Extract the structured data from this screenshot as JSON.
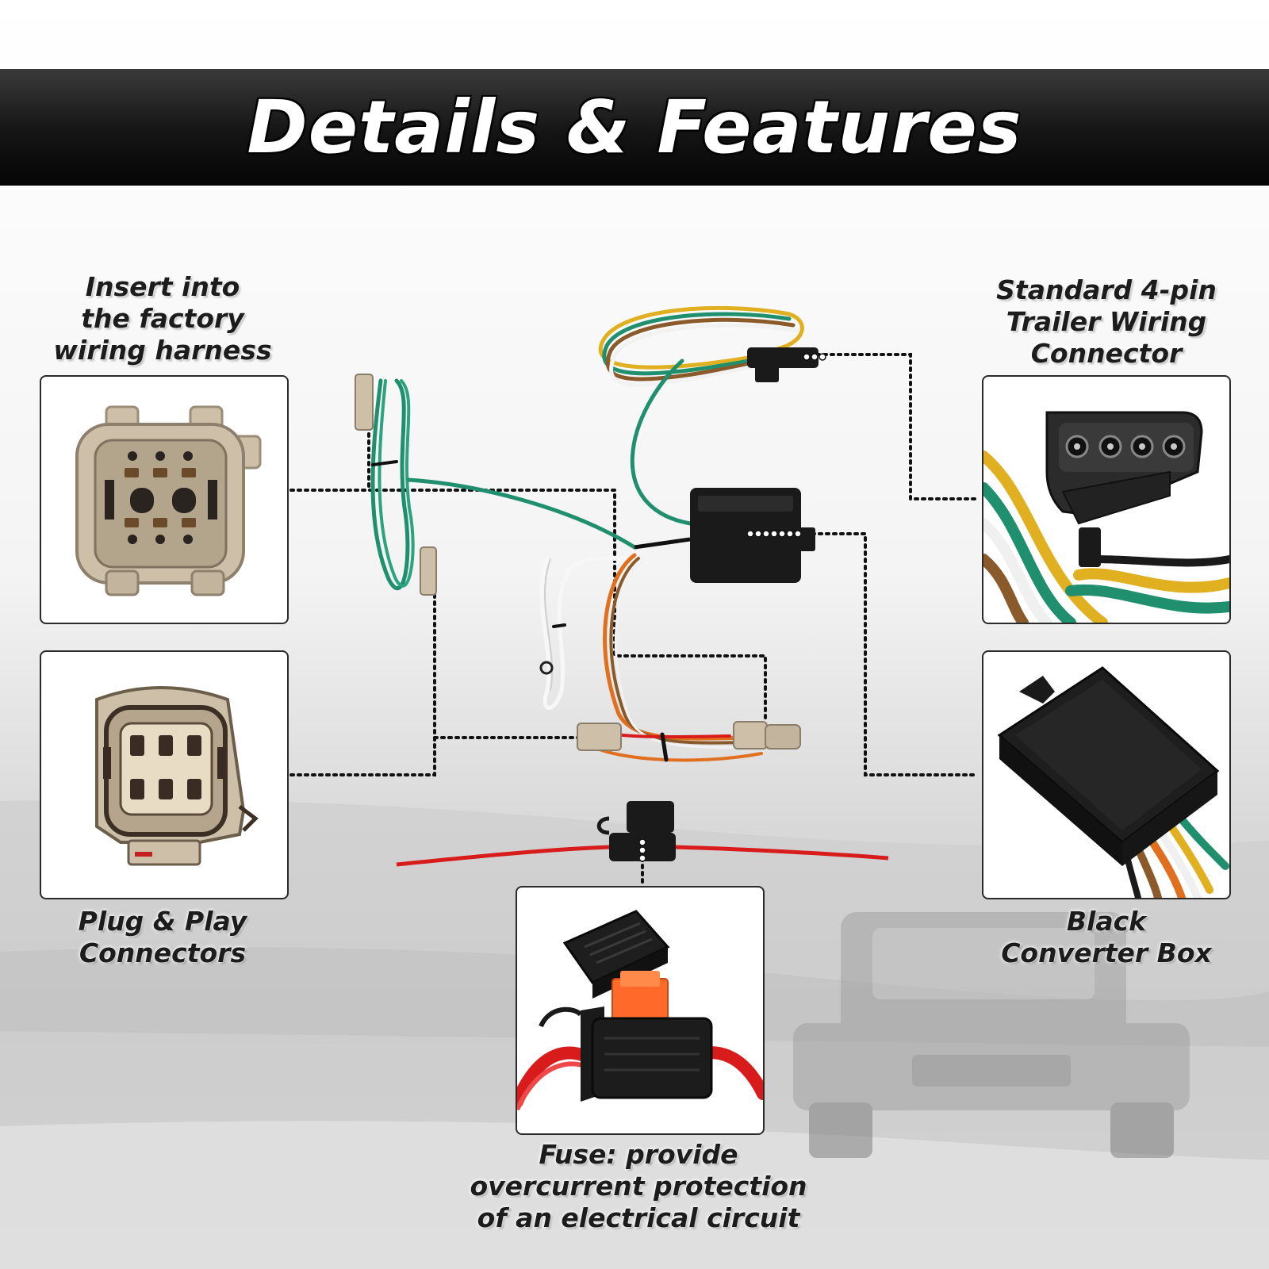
{
  "header": {
    "title": "Details & Features"
  },
  "callouts": {
    "insert_harness": {
      "lines": [
        "Insert into",
        "the factory",
        "wiring harness"
      ]
    },
    "standard_4pin": {
      "lines": [
        "Standard 4-pin",
        "Trailer Wiring",
        "Connector"
      ]
    },
    "plug_play": {
      "lines": [
        "Plug & Play",
        "Connectors"
      ]
    },
    "converter_box": {
      "lines": [
        "Black",
        "Converter Box"
      ]
    },
    "fuse": {
      "lines": [
        "Fuse: provide",
        "overcurrent protection",
        "of an electrical circuit"
      ]
    }
  },
  "colors": {
    "banner": "#141414",
    "wire_green": "#1f8f6e",
    "wire_yellow": "#e0b020",
    "wire_brown": "#8a5a2a",
    "wire_white": "#f2f2f2",
    "wire_red": "#d81b1b",
    "wire_orange": "#e07020",
    "connector_tan": "#cdbfa8",
    "box_black": "#1a1a1a"
  },
  "icons": [
    "oem-socket-image",
    "plug-connector-image",
    "4-pin-connector-image",
    "converter-box-image",
    "fuse-holder-image"
  ]
}
